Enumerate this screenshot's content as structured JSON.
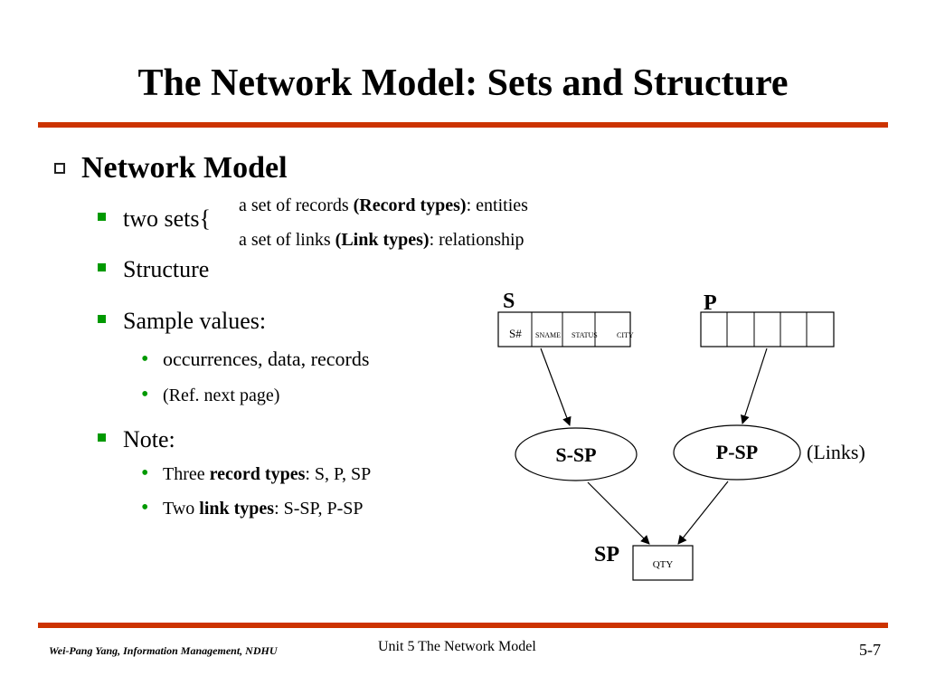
{
  "slide": {
    "title": "The Network Model: Sets and Structure",
    "heading": "Network Model",
    "two_sets_label": "two sets{",
    "set_records_pre": "a set of records ",
    "set_records_bold": "(Record types)",
    "set_records_post": ": entities",
    "set_links_pre": "a set of links ",
    "set_links_bold": "(Link types)",
    "set_links_post": ": relationship",
    "structure_label": "Structure",
    "sample_label": "Sample values:",
    "sample_item1": "occurrences, data, records",
    "sample_item2": "(Ref. next page)",
    "note_label": "Note:",
    "note1_pre": "Three ",
    "note1_bold": "record types",
    "note1_post": ": S, P, SP",
    "note2_pre": "Two ",
    "note2_bold": "link types",
    "note2_post": ": S-SP, P-SP"
  },
  "diagram": {
    "s_label": "S",
    "p_label": "P",
    "sp_label": "SP",
    "s_fields": [
      "S#",
      "SNAME",
      "STATUS",
      "CITY"
    ],
    "sp_field": "QTY",
    "link1": "S-SP",
    "link2": "P-SP",
    "links_note": "(Links)"
  },
  "footer": {
    "author": "Wei-Pang Yang, Information Management, NDHU",
    "unit": "Unit 5  The Network Model",
    "page": "5-7"
  },
  "colors": {
    "rule": "#cc3300",
    "bullet_green": "#009900"
  }
}
